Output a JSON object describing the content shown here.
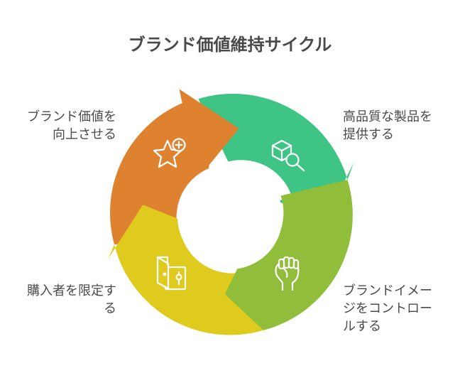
{
  "title": "ブランド価値維持サイクル",
  "steps": [
    {
      "id": "top-right",
      "lines": [
        "高品質な製品を",
        "提供する"
      ],
      "color": "#3ec585",
      "icon": "box-magnifier-icon"
    },
    {
      "id": "bottom-right",
      "lines": [
        "ブランドイメー",
        "ジをコントロー",
        "ルする"
      ],
      "color": "#90be3a",
      "icon": "raised-fist-icon"
    },
    {
      "id": "bottom-left",
      "lines": [
        "購入者を限定す",
        "る"
      ],
      "color": "#decb1d",
      "icon": "exclusive-door-icon"
    },
    {
      "id": "top-left",
      "lines": [
        "ブランド価値を",
        "向上させる"
      ],
      "color": "#de8230",
      "icon": "star-plus-icon"
    }
  ]
}
